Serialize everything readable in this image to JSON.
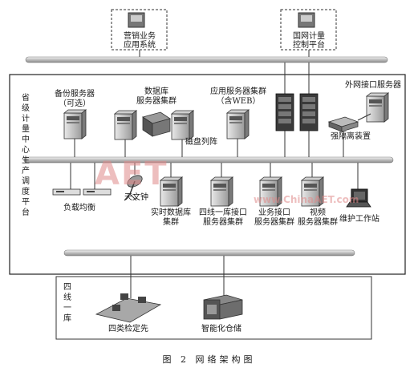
{
  "top_systems": [
    {
      "line1": "营销业务",
      "line2": "应用系统"
    },
    {
      "line1": "国网计量",
      "line2": "控制平台"
    }
  ],
  "center_title": "省级计量中心生产调度平台",
  "servers": {
    "backup": {
      "line1": "备份服务器",
      "line2": "（可选）"
    },
    "database": {
      "line1": "数据库",
      "line2": "服务器集群"
    },
    "application": {
      "line1": "应用服务器集群",
      "line2": "（含WEB）"
    },
    "external": "外网接口服务器",
    "disk_array": "磁盘列阵",
    "isolation": "强隔离装置"
  },
  "lower_nodes": {
    "load_balance": "负载均衡",
    "clock": "天文钟",
    "realtime": {
      "line1": "实时数据库",
      "line2": "集群"
    },
    "siku": {
      "line1": "四线一库接口",
      "line2": "服务器集群"
    },
    "business": {
      "line1": "业务接口",
      "line2": "服务器集群"
    },
    "video": {
      "line1": "视频",
      "line2": "服务器集群"
    },
    "maintenance": "维护工作站"
  },
  "bottom_box": {
    "side_label": "四线一库",
    "item1": "四类检定先",
    "item2": "智能化仓储"
  },
  "watermark": {
    "main": "AET",
    "url": "www.ChinaAET.com"
  },
  "caption": "图 2  网络架构图"
}
